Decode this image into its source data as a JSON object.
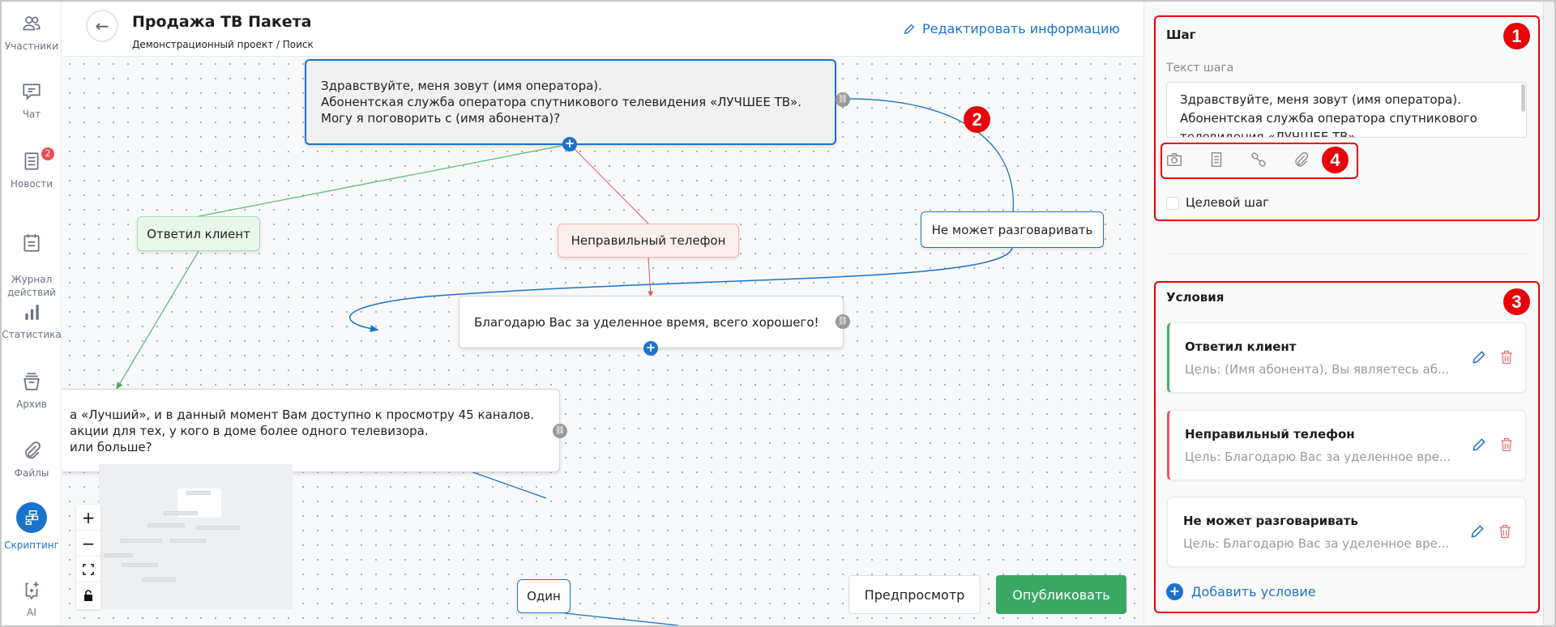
{
  "sidebar": {
    "items": [
      {
        "label": "Участники",
        "icon": "users-icon"
      },
      {
        "label": "Чат",
        "icon": "chat-icon"
      },
      {
        "label": "Новости",
        "icon": "news-icon",
        "badge": "2"
      },
      {
        "label": "Журнал\nдействий",
        "icon": "journal-icon"
      },
      {
        "label": "Статистика",
        "icon": "stats-icon"
      },
      {
        "label": "Архив",
        "icon": "archive-icon"
      },
      {
        "label": "Файлы",
        "icon": "paperclip-icon"
      },
      {
        "label": "Скриптинг",
        "icon": "scripting-icon",
        "active": true
      },
      {
        "label": "AI",
        "icon": "ai-icon"
      }
    ]
  },
  "header": {
    "title": "Продажа ТВ Пакета",
    "breadcrumb": "Демонстрационный проект / Поиск",
    "edit_info": "Редактировать информацию"
  },
  "canvas": {
    "nodes": [
      {
        "text": "Здравствуйте, меня зовут  (имя оператора).\nАбонентская служба оператора спутникового телевидения «ЛУЧШЕЕ ТВ».\nМогу я поговорить с (имя абонента)?"
      },
      {
        "text": "Благодарю Вас за уделенное время, всего хорошего!"
      },
      {
        "text": "а «Лучший», и в данный момент Вам доступно к просмотру 45 каналов.\nакции для тех, у кого в доме более одного телевизора.\nили больше?"
      }
    ],
    "conditions": [
      "Ответил клиент",
      "Неправильный телефон",
      "Не может разговаривать",
      "Один"
    ],
    "zoom_in": "+",
    "zoom_out": "−"
  },
  "actions": {
    "preview": "Предпросмотр",
    "publish": "Опубликовать"
  },
  "panel": {
    "step": {
      "title": "Шаг",
      "label": "Текст шага",
      "text": "Здравствуйте, меня зовут  (имя оператора).\nАбонентская служба оператора спутникового\nтелевидения «ЛУЧШЕЕ ТВ».",
      "target_label": "Целевой шаг",
      "target_checked": false,
      "tools": [
        "camera-icon",
        "document-icon",
        "link-icon",
        "paperclip-icon"
      ]
    },
    "conditions": {
      "title": "Условия",
      "items": [
        {
          "title": "Ответил клиент",
          "goal": "Цель: (Имя абонента), Вы являетесь аб...",
          "color": "#3cb364"
        },
        {
          "title": "Неправильный телефон",
          "goal": "Цель: Благодарю Вас за уделенное вре...",
          "color": "#f0555d"
        },
        {
          "title": "Не может разговаривать",
          "goal": "Цель: Благодарю Вас за уделенное вре...",
          "color": "#e8e8e8"
        }
      ],
      "add": "Добавить условие"
    }
  },
  "annotations": [
    "1",
    "2",
    "3",
    "4"
  ],
  "colors": {
    "accent": "#1b73c9",
    "publish": "#3aa864",
    "annotation": "#e8000b"
  }
}
